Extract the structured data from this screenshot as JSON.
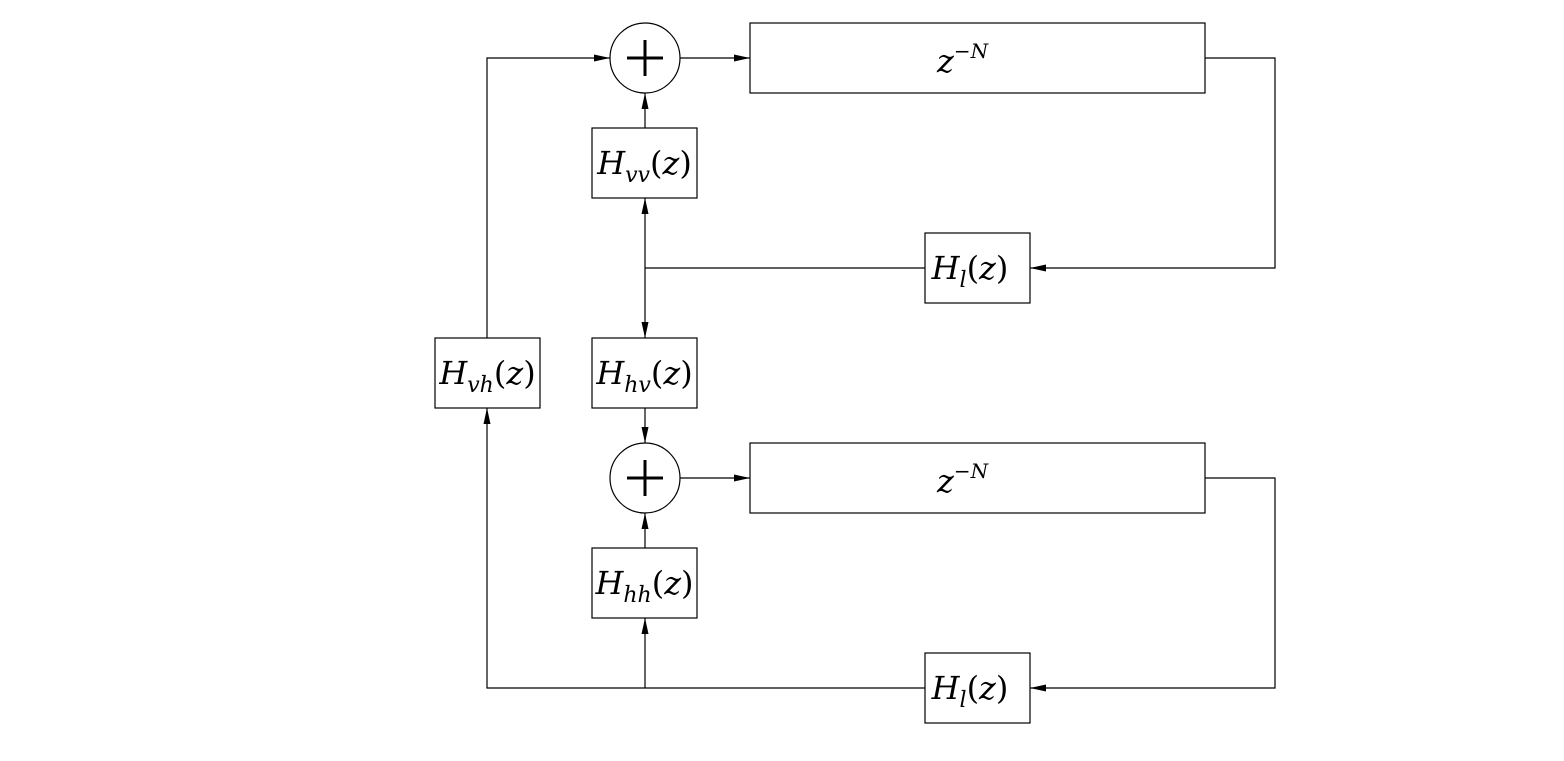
{
  "blocks": {
    "delay_top": {
      "base": "z",
      "exp_sign": "−",
      "exp_var": "N"
    },
    "delay_bottom": {
      "base": "z",
      "exp_sign": "−",
      "exp_var": "N"
    },
    "hvv": {
      "H": "H",
      "sub": "vv",
      "lparen": "(",
      "arg": "z",
      "rparen": ")"
    },
    "hhv": {
      "H": "H",
      "sub": "hv",
      "lparen": "(",
      "arg": "z",
      "rparen": ")"
    },
    "hvh": {
      "H": "H",
      "sub": "vh",
      "lparen": "(",
      "arg": "z",
      "rparen": ")"
    },
    "hhh": {
      "H": "H",
      "sub": "hh",
      "lparen": "(",
      "arg": "z",
      "rparen": ")"
    },
    "hl_top": {
      "H": "H",
      "sub": "l",
      "lparen": "(",
      "arg": "z",
      "rparen": ")"
    },
    "hl_bottom": {
      "H": "H",
      "sub": "l",
      "lparen": "(",
      "arg": "z",
      "rparen": ")"
    }
  }
}
